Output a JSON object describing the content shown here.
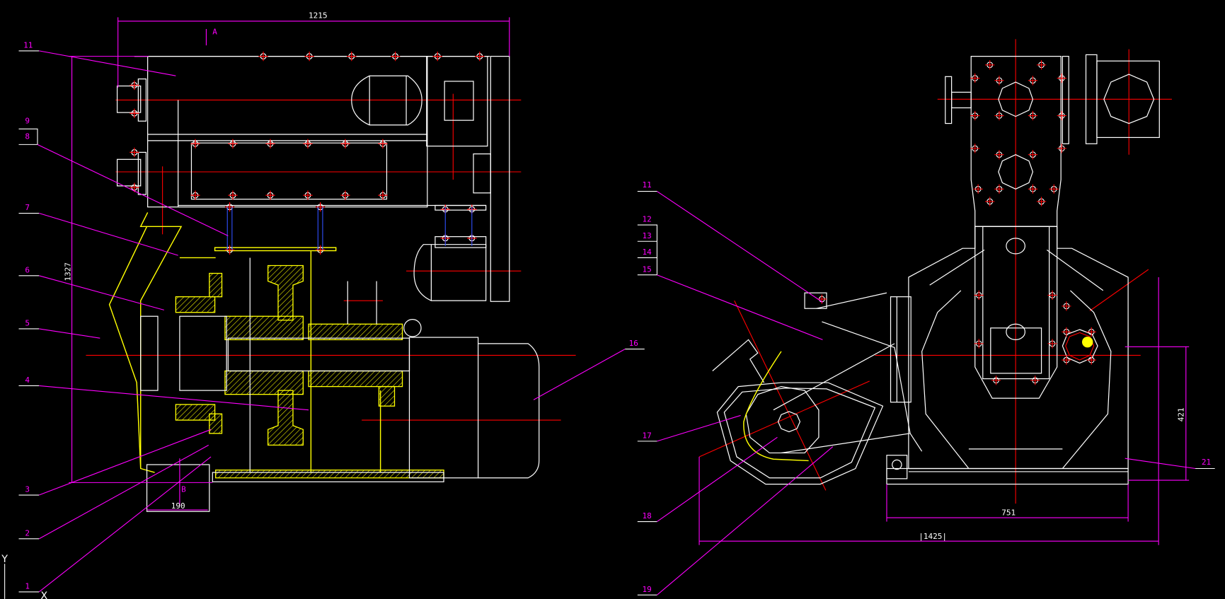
{
  "drawing": {
    "colors": {
      "background": "#000000",
      "outline": "#ffffff",
      "centerline": "#ff0000",
      "dimension": "#ff00ff",
      "section_hatch": "#ffff00",
      "bolt": "#3050ff"
    },
    "left_view": {
      "dimensions": {
        "width": "1215",
        "height": "1327",
        "outlet_width": "190"
      },
      "section_marks": {
        "top": "A",
        "bottom": "B"
      },
      "part_labels": [
        "11",
        "9",
        "8",
        "7",
        "6",
        "5",
        "4",
        "3",
        "2",
        "1",
        "16"
      ]
    },
    "right_view": {
      "dimensions": {
        "base_width": "751",
        "overall_width": "|1425|",
        "height": "421"
      },
      "part_labels": [
        "11",
        "12",
        "13",
        "14",
        "15",
        "17",
        "18",
        "19",
        "21"
      ]
    },
    "ucs": {
      "y": "Y",
      "x": "X"
    }
  }
}
